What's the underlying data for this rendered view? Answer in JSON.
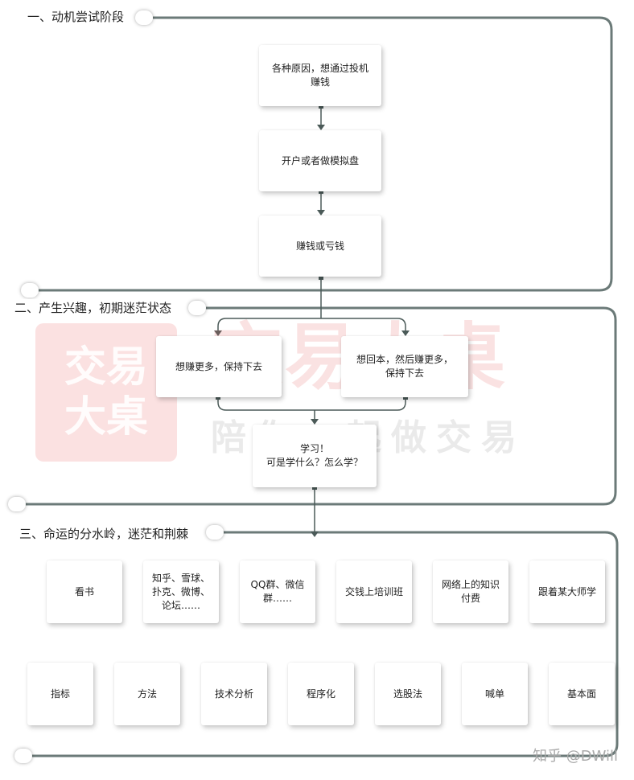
{
  "sections": [
    {
      "title": "一、动机尝试阶段"
    },
    {
      "title": "二、产生兴趣，初期迷茫状态"
    },
    {
      "title": "三、命运的分水岭，迷茫和荆棘"
    }
  ],
  "nodes": {
    "motive": "各种原因，想通过投机\n赚钱",
    "open_account": "开户或者做模拟盘",
    "win_lose": "赚钱或亏钱",
    "earn_more": "想赚更多，保持下去",
    "recover": "想回本，然后赚更多，\n保持下去",
    "study": "学习！\n可是学什么？怎么学？"
  },
  "sources": [
    "看书",
    "知乎、雪球、\n扑克、微博、\n论坛……",
    "QQ群、微信\n群……",
    "交钱上培训班",
    "网络上的知识\n付费",
    "跟着某大师学"
  ],
  "methods": [
    "指标",
    "方法",
    "技术分析",
    "程序化",
    "选股法",
    "喊单",
    "基本面"
  ],
  "watermark": {
    "badge_line1": "交易",
    "badge_line2": "大桌",
    "text_main": "交易大桌",
    "text_sub": "陪你一起做交易"
  },
  "credit": "知乎 @DWill",
  "colors": {
    "wire": "#4b5a58",
    "frame": "#6b7a78"
  }
}
